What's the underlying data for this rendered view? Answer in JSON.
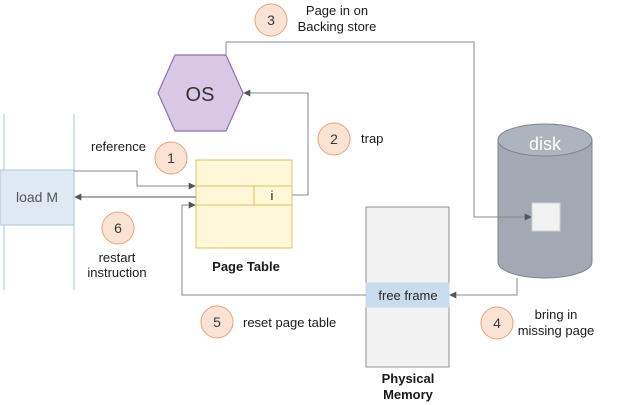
{
  "os": {
    "label": "OS",
    "fill": "#d9c8e6",
    "stroke": "#8e72a8"
  },
  "disk": {
    "label": "disk",
    "fill": "#a3a9b2",
    "stroke": "#7d838c"
  },
  "process": {
    "label": "load M",
    "fill": "#dfe9f3",
    "stroke": "#a9c3dd"
  },
  "page_table": {
    "label": "Page Table",
    "entry_bit": "i",
    "fill": "#fff8d8",
    "stroke": "#e0c060"
  },
  "physical_memory": {
    "line1": "Physical",
    "line2": "Memory",
    "free_frame": "free frame",
    "free_fill": "#c9dcef"
  },
  "steps": [
    {
      "num": "1",
      "lines": [
        "reference"
      ]
    },
    {
      "num": "2",
      "lines": [
        "trap"
      ]
    },
    {
      "num": "3",
      "lines": [
        "Page in on",
        "Backing store"
      ]
    },
    {
      "num": "4",
      "lines": [
        "bring in",
        "missing page"
      ]
    },
    {
      "num": "5",
      "lines": [
        "reset page table"
      ]
    },
    {
      "num": "6",
      "lines": [
        "restart",
        "instruction"
      ]
    }
  ],
  "step_circle": {
    "fill": "#fbe3d4",
    "stroke": "#e8a27b"
  },
  "arrow_color": "#8a8a8a"
}
